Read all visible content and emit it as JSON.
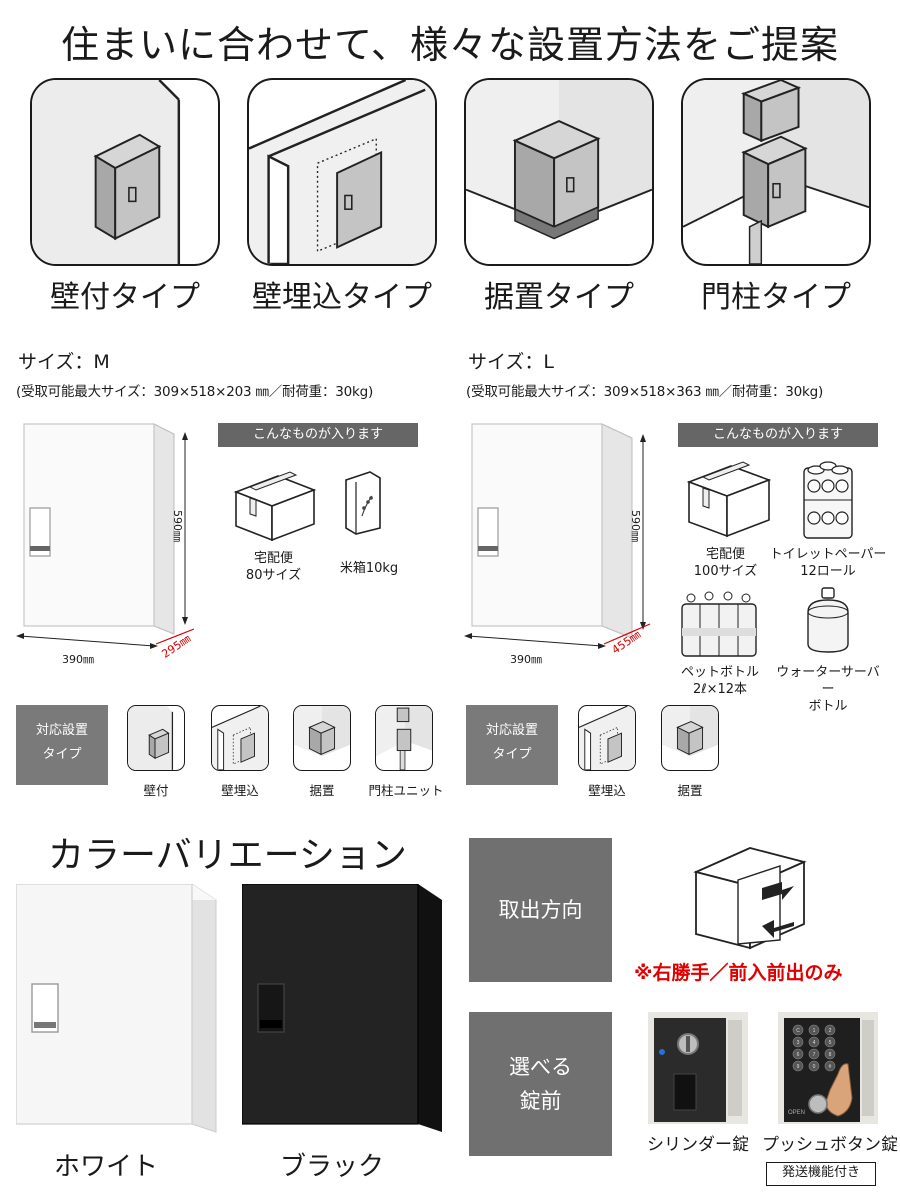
{
  "header": {
    "title": "住まいに合わせて、様々な設置方法をご提案"
  },
  "install_types": [
    {
      "label": "壁付タイプ",
      "icon": "wall-mounted-box-icon"
    },
    {
      "label": "壁埋込タイプ",
      "icon": "wall-embedded-box-icon"
    },
    {
      "label": "据置タイプ",
      "icon": "floor-standing-box-icon"
    },
    {
      "label": "門柱タイプ",
      "icon": "gate-post-box-icon"
    }
  ],
  "size_m": {
    "title": "サイズ：M",
    "spec": "(受取可能最大サイズ：309×518×203 ㎜／耐荷重：30kg)",
    "banner": "こんなものが入ります",
    "height": "590㎜",
    "width": "390㎜",
    "depth": "295㎜",
    "items": [
      {
        "label": "宅配便\n80サイズ",
        "icon": "parcel-box-icon"
      },
      {
        "label": "米箱10kg",
        "icon": "rice-bag-icon"
      }
    ],
    "install_tag": "対応設置\nタイプ",
    "install_options": [
      "壁付",
      "壁埋込",
      "据置",
      "門柱ユニット"
    ]
  },
  "size_l": {
    "title": "サイズ：L",
    "spec": "(受取可能最大サイズ：309×518×363 ㎜／耐荷重：30kg)",
    "banner": "こんなものが入ります",
    "height": "590㎜",
    "width": "390㎜",
    "depth": "455㎜",
    "items": [
      {
        "label": "宅配便\n100サイズ",
        "icon": "parcel-box-icon"
      },
      {
        "label": "トイレットペーパー\n12ロール",
        "icon": "toilet-paper-icon"
      },
      {
        "label": "ペットボトル\n2ℓ×12本",
        "icon": "pet-bottles-icon"
      },
      {
        "label": "ウォーターサーバー\nボトル",
        "icon": "water-server-bottle-icon"
      }
    ],
    "install_tag": "対応設置\nタイプ",
    "install_options": [
      "壁埋込",
      "据置"
    ]
  },
  "colors": {
    "title": "カラーバリエーション",
    "white": {
      "label": "ホワイト",
      "hex": "#f4f4f4"
    },
    "black": {
      "label": "ブラック",
      "hex": "#1f1f1f"
    }
  },
  "direction": {
    "button": "取出方向",
    "note": "※右勝手／前入前出のみ",
    "note_color": "#e00000"
  },
  "locks": {
    "button": "選べる\n錠前",
    "options": [
      {
        "label": "シリンダー錠",
        "icon": "cylinder-lock-icon"
      },
      {
        "label": "プッシュボタン錠",
        "icon": "push-button-lock-icon",
        "badge": "発送機能付き"
      }
    ],
    "keypad": [
      "C",
      "1",
      "2",
      "3",
      "4",
      "5",
      "6",
      "7",
      "8",
      "9",
      "0",
      "#"
    ],
    "keypad_caption": "OPEN"
  }
}
